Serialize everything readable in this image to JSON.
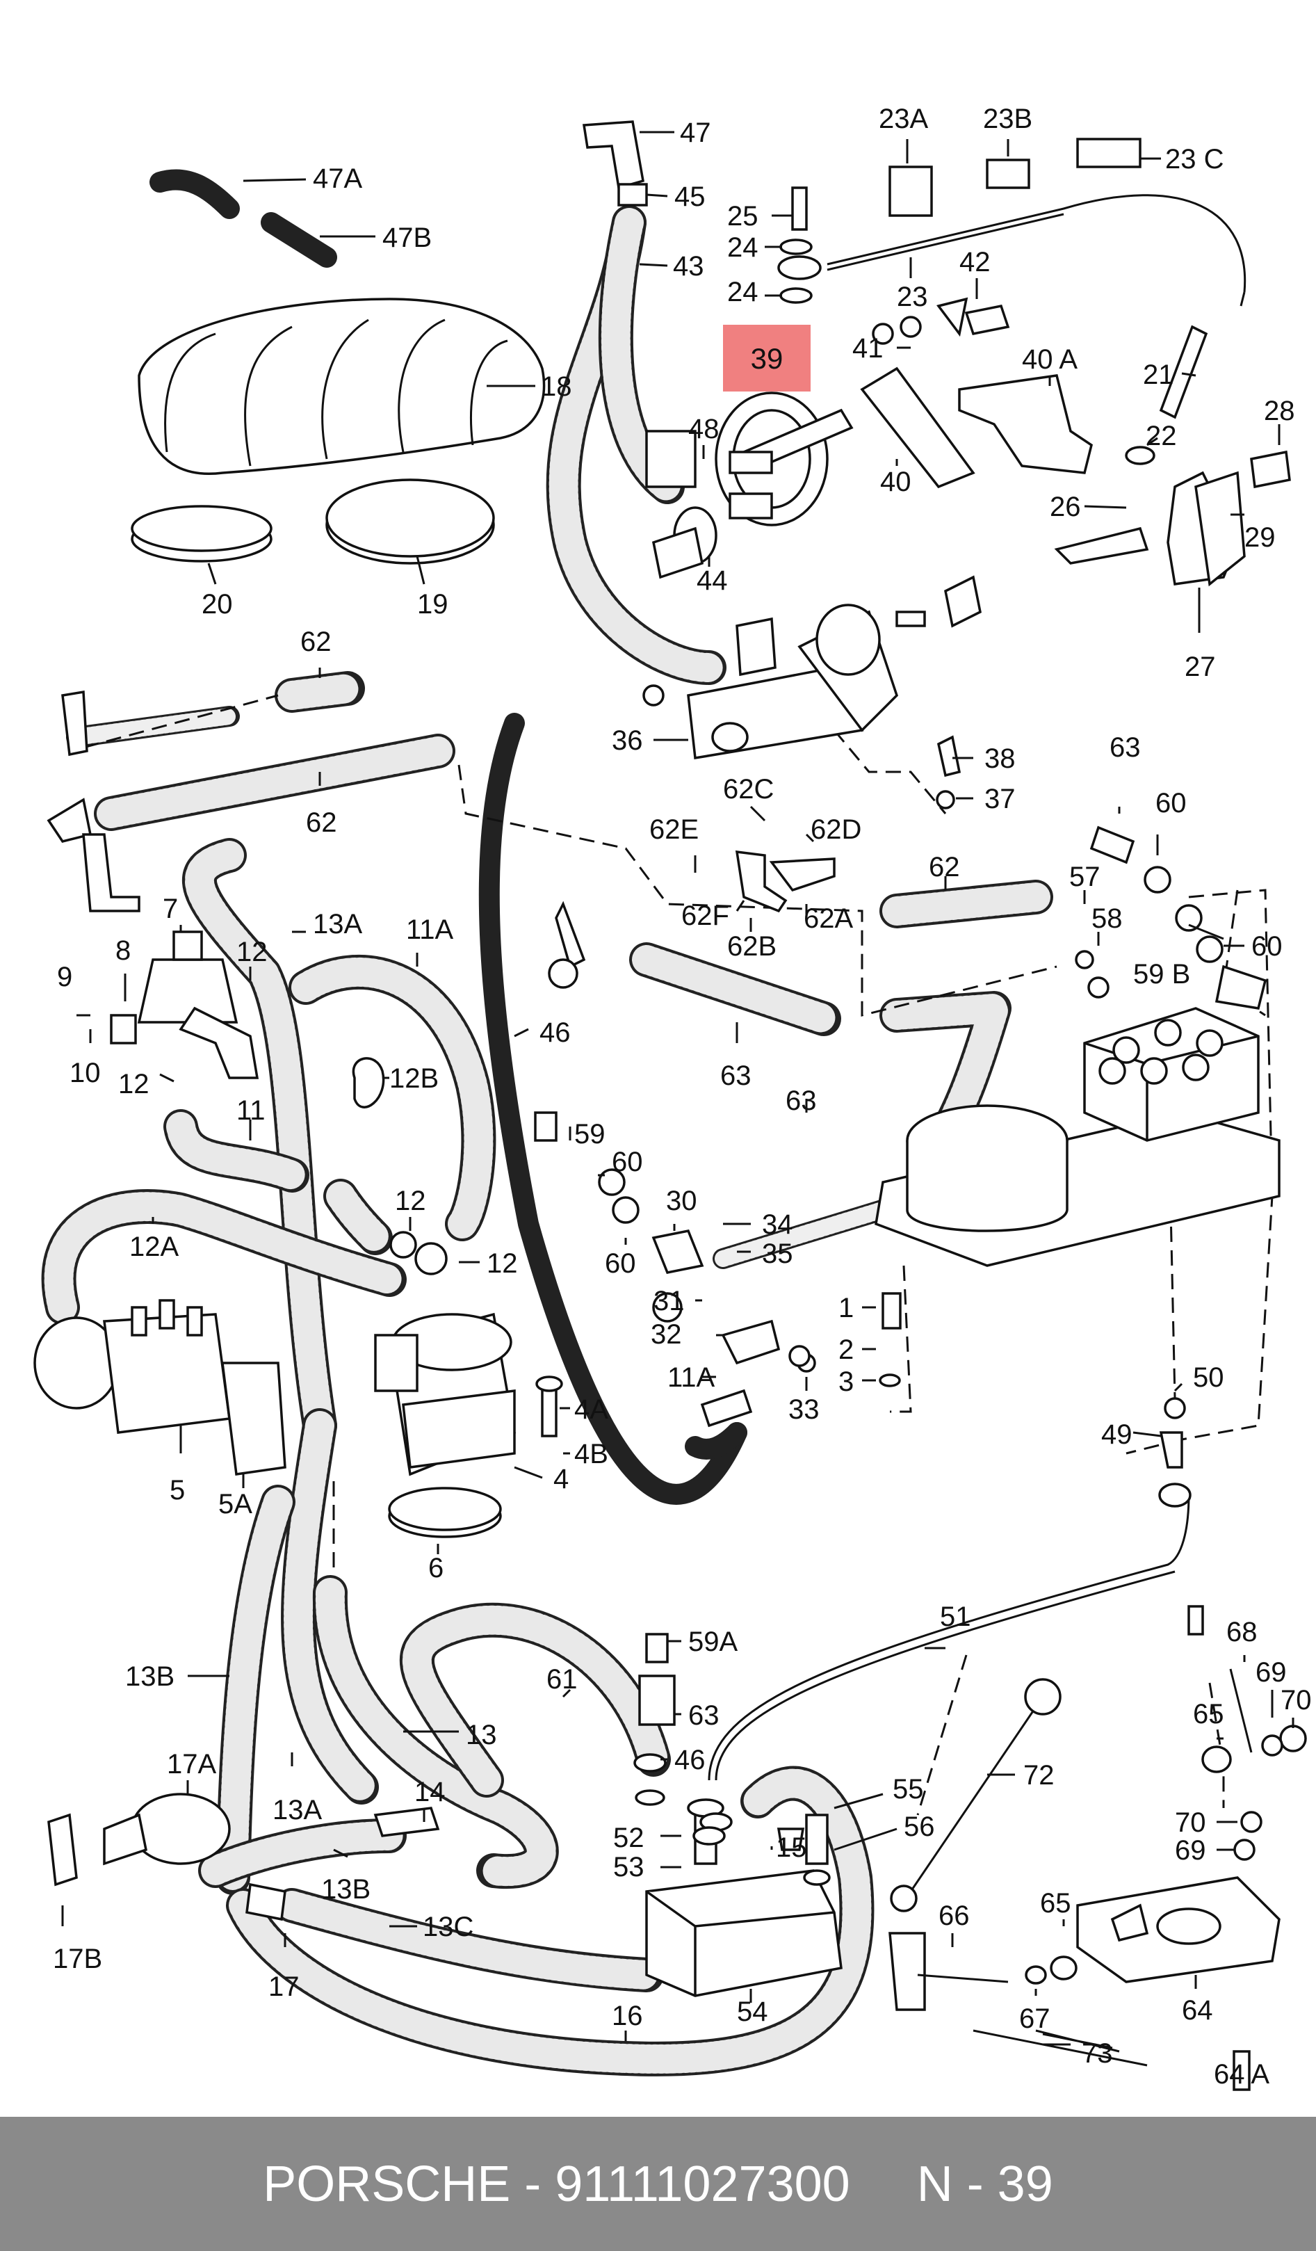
{
  "highlight": {
    "label": "39",
    "color": "#f08080"
  },
  "callouts": [
    "47",
    "47A",
    "47B",
    "45",
    "43",
    "18",
    "20",
    "19",
    "48",
    "44",
    "25",
    "24",
    "23A",
    "23B",
    "23 C",
    "23",
    "42",
    "41",
    "40 A",
    "40",
    "21",
    "22",
    "28",
    "26",
    "29",
    "27",
    "36",
    "38",
    "37",
    "62",
    "62C",
    "62E",
    "62D",
    "62F",
    "62B",
    "62A",
    "63",
    "46",
    "7",
    "8",
    "9",
    "10",
    "12",
    "13A",
    "11A",
    "12B",
    "11",
    "12A",
    "5",
    "5A",
    "4",
    "4A",
    "4B",
    "6",
    "59",
    "60",
    "30",
    "34",
    "35",
    "31",
    "32",
    "33",
    "1",
    "2",
    "3",
    "57",
    "58",
    "59 B",
    "50",
    "49",
    "51",
    "59A",
    "61",
    "13",
    "13B",
    "14",
    "17A",
    "17B",
    "17",
    "13C",
    "16",
    "54",
    "52",
    "53",
    "15",
    "55",
    "56",
    "72",
    "66",
    "67",
    "65",
    "64",
    "64 A",
    "68",
    "69",
    "70",
    "73"
  ],
  "footer": {
    "brand": "PORSCHE - 91111027300",
    "ref": "N - 39",
    "bg": "#8a8a8a"
  }
}
